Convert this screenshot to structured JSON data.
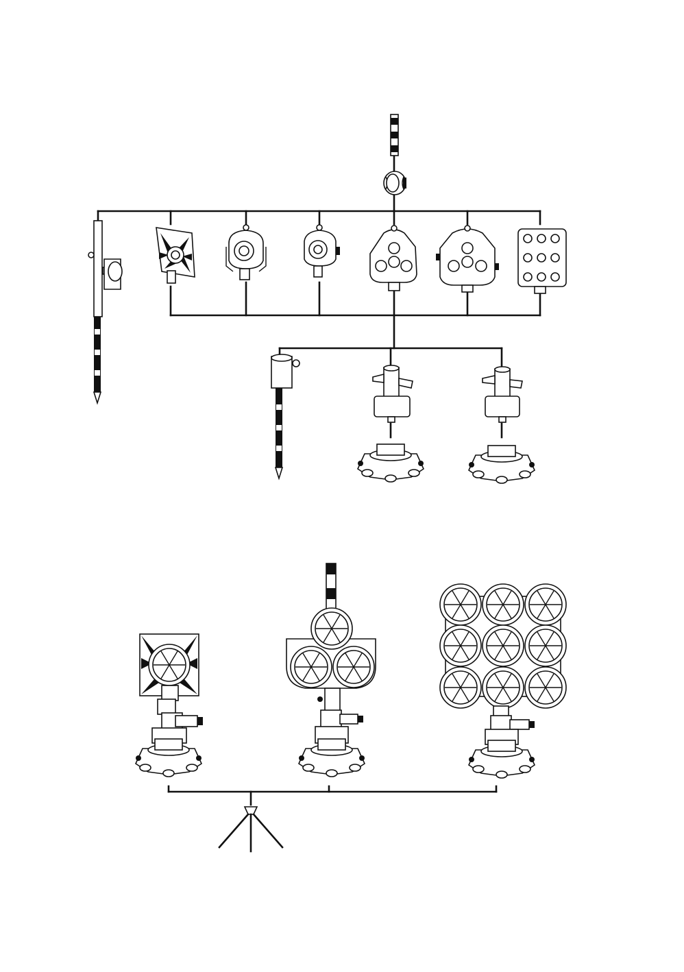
{
  "figure": {
    "title": "",
    "colors": {
      "ink": "#111111",
      "background": "#ffffff"
    },
    "components": [
      "pole-extension",
      "prism-adapter",
      "prism-pole-with-bracket",
      "single-prism-with-target-plate",
      "single-prism-holder-large",
      "single-prism-holder-small",
      "triple-prism-holder",
      "triple-prism-holder-wide",
      "nine-prism-holder",
      "mini-pole",
      "tribrach-adapter-left",
      "tribrach-adapter-right",
      "tribrach-left",
      "tribrach-right",
      "assembled-single-prism-set",
      "assembled-triple-prism-set",
      "assembled-nine-prism-set",
      "tripod"
    ]
  }
}
